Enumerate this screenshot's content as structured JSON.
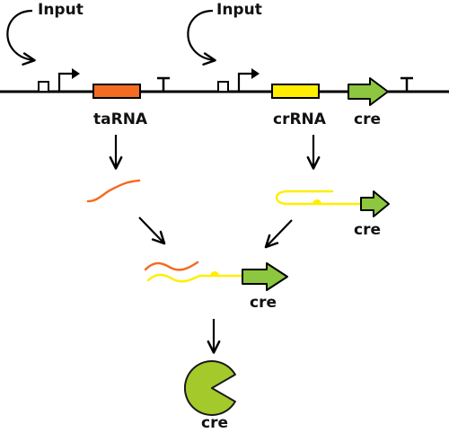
{
  "inputs": [
    {
      "label": "Input"
    },
    {
      "label": "Input"
    }
  ],
  "genes": {
    "tarna": {
      "label": "taRNA",
      "color": "#f36c21"
    },
    "crrna": {
      "label": "crRNA",
      "color": "#ffee00"
    },
    "cre": {
      "label": "cre",
      "color": "#8dc63f"
    }
  },
  "intermediates": {
    "cre_mrna_label": "cre",
    "complex_cre_label": "cre",
    "protein_label": "cre"
  },
  "colors": {
    "line": "#000000",
    "tarna": "#f36c21",
    "crrna": "#ffee00",
    "cre": "#8dc63f",
    "protein": "#a4c92b",
    "outline": "#1a1a1a"
  }
}
